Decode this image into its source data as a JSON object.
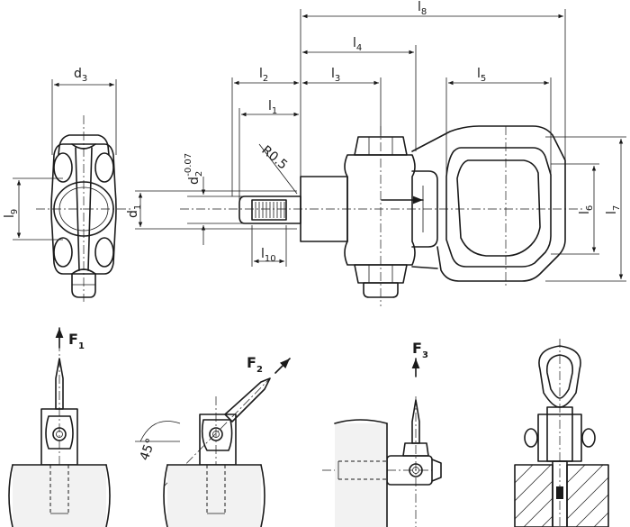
{
  "dimensions": {
    "l8": {
      "main": "l",
      "sub": "8"
    },
    "l4": {
      "main": "l",
      "sub": "4"
    },
    "l2": {
      "main": "l",
      "sub": "2"
    },
    "l3": {
      "main": "l",
      "sub": "3"
    },
    "l5": {
      "main": "l",
      "sub": "5"
    },
    "l1": {
      "main": "l",
      "sub": "1"
    },
    "d3": {
      "main": "d",
      "sub": "3"
    },
    "d2": {
      "main": "d",
      "sub": "2",
      "tol": "-0.07"
    },
    "d1": {
      "main": "d",
      "sub": "1"
    },
    "l9": {
      "main": "l",
      "sub": "9"
    },
    "l10": {
      "main": "l",
      "sub": "10"
    },
    "l6": {
      "main": "l",
      "sub": "6"
    },
    "l7": {
      "main": "l",
      "sub": "7"
    },
    "radius": "R0.5"
  },
  "loads": {
    "f1": {
      "main": "F",
      "sub": "1"
    },
    "f2": {
      "main": "F",
      "sub": "2"
    },
    "f3": {
      "main": "F",
      "sub": "3"
    },
    "angle": "45°"
  },
  "colors": {
    "line": "#1a1a1a",
    "background": "#ffffff"
  }
}
